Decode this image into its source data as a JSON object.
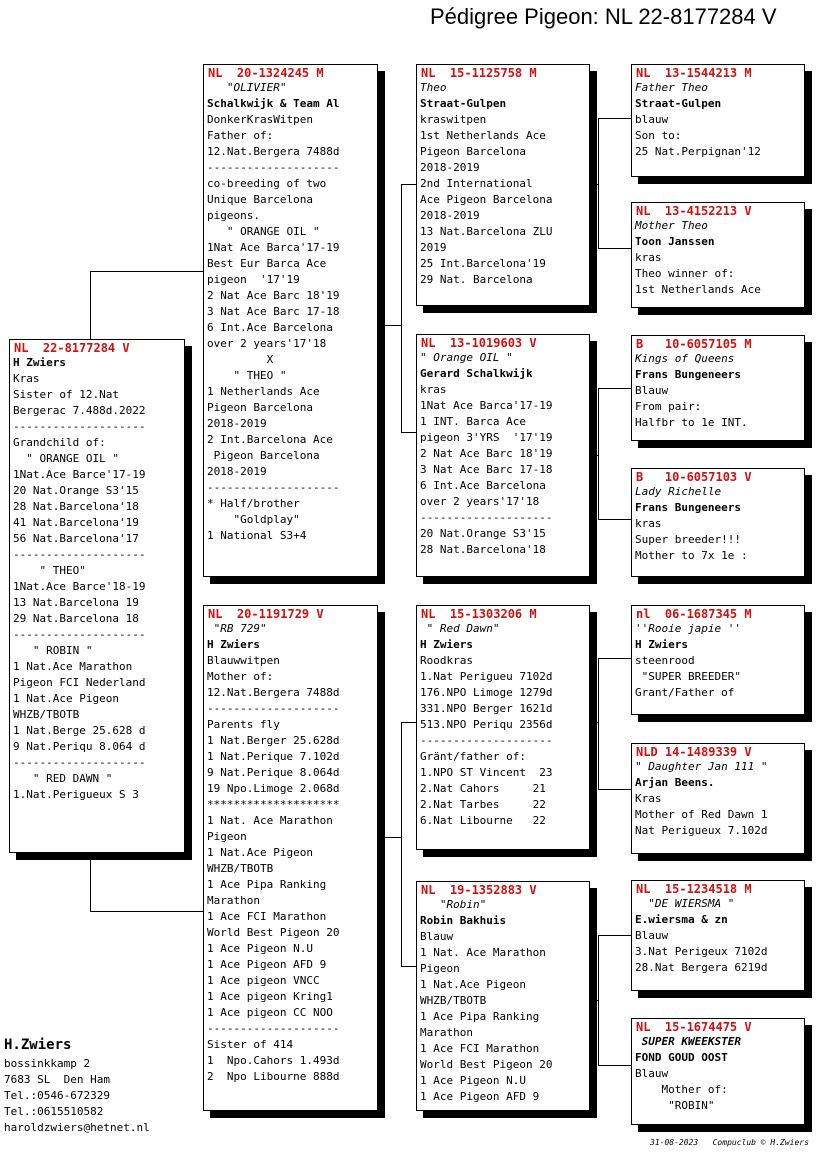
{
  "title": "Pédigree Pigeon: NL  22-8177284 V",
  "cards": {
    "subject": {
      "ring": "NL  22-8177284 V",
      "lines": [
        {
          "t": "",
          "s": ""
        },
        {
          "t": "H Zwiers",
          "s": "b"
        },
        {
          "t": "Kras",
          "s": ""
        },
        {
          "t": "Sister of 12.Nat",
          "s": ""
        },
        {
          "t": "Bergerac 7.488d.2022",
          "s": ""
        },
        {
          "t": "--------------------",
          "s": ""
        },
        {
          "t": "Grandchild of:",
          "s": ""
        },
        {
          "t": "  \" ORANGE OIL \"",
          "s": ""
        },
        {
          "t": "1Nat.Ace Barce'17-19",
          "s": ""
        },
        {
          "t": "20 Nat.Orange S3'15",
          "s": ""
        },
        {
          "t": "28 Nat.Barcelona'18",
          "s": ""
        },
        {
          "t": "41 Nat.Barcelona'19",
          "s": ""
        },
        {
          "t": "56 Nat.Barcelona'17",
          "s": ""
        },
        {
          "t": "--------------------",
          "s": ""
        },
        {
          "t": "    \" THEO\"",
          "s": ""
        },
        {
          "t": "1Nat.Ace Barce'18-19",
          "s": ""
        },
        {
          "t": "13 Nat.Barcelona 19",
          "s": ""
        },
        {
          "t": "29 Nat.Barcelona 18",
          "s": ""
        },
        {
          "t": "--------------------",
          "s": ""
        },
        {
          "t": "   \" ROBIN \"",
          "s": ""
        },
        {
          "t": "1 Nat.Ace Marathon",
          "s": ""
        },
        {
          "t": "Pigeon FCI Nederland",
          "s": ""
        },
        {
          "t": "1 Nat.Ace Pigeon",
          "s": ""
        },
        {
          "t": "WHZB/TBOTB",
          "s": ""
        },
        {
          "t": "1 Nat.Berge 25.628 d",
          "s": ""
        },
        {
          "t": "9 Nat.Periqu 8.064 d",
          "s": ""
        },
        {
          "t": "--------------------",
          "s": ""
        },
        {
          "t": "   \" RED DAWN \"",
          "s": ""
        },
        {
          "t": "1.Nat.Perigueux S 3",
          "s": ""
        }
      ]
    },
    "father": {
      "ring": "NL  20-1324245 M",
      "lines": [
        {
          "t": "   \"OLIVIER\"",
          "s": "it"
        },
        {
          "t": "Schalkwijk & Team Al",
          "s": "b"
        },
        {
          "t": "DonkerKrasWitpen",
          "s": ""
        },
        {
          "t": "Father of:",
          "s": ""
        },
        {
          "t": "12.Nat.Bergera 7488d",
          "s": ""
        },
        {
          "t": "--------------------",
          "s": ""
        },
        {
          "t": "co-breeding of two",
          "s": ""
        },
        {
          "t": "Unique Barcelona",
          "s": ""
        },
        {
          "t": "pigeons.",
          "s": ""
        },
        {
          "t": "   \" ORANGE OIL \"",
          "s": ""
        },
        {
          "t": "1Nat Ace Barca'17-19",
          "s": ""
        },
        {
          "t": "Best Eur Barca Ace",
          "s": ""
        },
        {
          "t": "pigeon  '17'19",
          "s": ""
        },
        {
          "t": "2 Nat Ace Barc 18'19",
          "s": ""
        },
        {
          "t": "3 Nat Ace Barc 17-18",
          "s": ""
        },
        {
          "t": "6 Int.Ace Barcelona",
          "s": ""
        },
        {
          "t": "over 2 years'17'18",
          "s": ""
        },
        {
          "t": "         X",
          "s": ""
        },
        {
          "t": "    \" THEO \"",
          "s": ""
        },
        {
          "t": "1 Netherlands Ace",
          "s": ""
        },
        {
          "t": "Pigeon Barcelona",
          "s": ""
        },
        {
          "t": "2018-2019",
          "s": ""
        },
        {
          "t": "2 Int.Barcelona Ace",
          "s": ""
        },
        {
          "t": " Pigeon Barcelona",
          "s": ""
        },
        {
          "t": "2018-2019",
          "s": ""
        },
        {
          "t": "--------------------",
          "s": ""
        },
        {
          "t": "* Half/brother",
          "s": ""
        },
        {
          "t": "    \"Goldplay\"",
          "s": ""
        },
        {
          "t": "1 National S3+4",
          "s": ""
        }
      ]
    },
    "mother": {
      "ring": "NL  20-1191729 V",
      "lines": [
        {
          "t": " \"RB 729\"",
          "s": "it"
        },
        {
          "t": "H Zwiers",
          "s": "b"
        },
        {
          "t": "Blauwwitpen",
          "s": ""
        },
        {
          "t": "Mother of:",
          "s": ""
        },
        {
          "t": "12.Nat.Bergera 7488d",
          "s": ""
        },
        {
          "t": "--------------------",
          "s": ""
        },
        {
          "t": "Parents fly",
          "s": ""
        },
        {
          "t": "1 Nat.Berger 25.628d",
          "s": ""
        },
        {
          "t": "1 Nat.Perique 7.102d",
          "s": ""
        },
        {
          "t": "9 Nat.Perique 8.064d",
          "s": ""
        },
        {
          "t": "19 Npo.Limoge 2.068d",
          "s": ""
        },
        {
          "t": "********************",
          "s": ""
        },
        {
          "t": "1 Nat. Ace Marathon",
          "s": ""
        },
        {
          "t": "Pigeon",
          "s": ""
        },
        {
          "t": "1 Nat.Ace Pigeon",
          "s": ""
        },
        {
          "t": "WHZB/TBOTB",
          "s": ""
        },
        {
          "t": "1 Ace Pipa Ranking",
          "s": ""
        },
        {
          "t": "Marathon",
          "s": ""
        },
        {
          "t": "1 Ace FCI Marathon",
          "s": ""
        },
        {
          "t": "World Best Pigeon 20",
          "s": ""
        },
        {
          "t": "1 Ace Pigeon N.U",
          "s": ""
        },
        {
          "t": "1 Ace Pigeon AFD 9",
          "s": ""
        },
        {
          "t": "1 Ace pigeon VNCC",
          "s": ""
        },
        {
          "t": "1 Ace pigeon Kring1",
          "s": ""
        },
        {
          "t": "1 Ace pigeon CC NOO",
          "s": ""
        },
        {
          "t": "--------------------",
          "s": ""
        },
        {
          "t": "Sister of 414",
          "s": ""
        },
        {
          "t": "1  Npo.Cahors 1.493d",
          "s": ""
        },
        {
          "t": "2  Npo Libourne 888d",
          "s": ""
        }
      ]
    },
    "ff": {
      "ring": "NL  15-1125758 M",
      "lines": [
        {
          "t": "Theo",
          "s": "it"
        },
        {
          "t": "Straat-Gulpen",
          "s": "b"
        },
        {
          "t": "kraswitpen",
          "s": ""
        },
        {
          "t": "1st Netherlands Ace",
          "s": ""
        },
        {
          "t": "Pigeon Barcelona",
          "s": ""
        },
        {
          "t": "2018-2019",
          "s": ""
        },
        {
          "t": "2nd International",
          "s": ""
        },
        {
          "t": "Ace Pigeon Barcelona",
          "s": ""
        },
        {
          "t": "2018-2019",
          "s": ""
        },
        {
          "t": "13 Nat.Barcelona ZLU",
          "s": ""
        },
        {
          "t": "2019",
          "s": ""
        },
        {
          "t": "25 Int.Barcelona'19",
          "s": ""
        },
        {
          "t": "29 Nat. Barcelona",
          "s": ""
        }
      ]
    },
    "fm": {
      "ring": "NL  13-1019603 V",
      "lines": [
        {
          "t": "\" Orange OIL \"",
          "s": "it"
        },
        {
          "t": "Gerard Schalkwijk",
          "s": "b"
        },
        {
          "t": "kras",
          "s": ""
        },
        {
          "t": "1Nat Ace Barca'17-19",
          "s": ""
        },
        {
          "t": "1 INT. Barca Ace",
          "s": ""
        },
        {
          "t": "pigeon 3'YRS  '17'19",
          "s": ""
        },
        {
          "t": "2 Nat Ace Barc 18'19",
          "s": ""
        },
        {
          "t": "3 Nat Ace Barc 17-18",
          "s": ""
        },
        {
          "t": "6 Int.Ace Barcelona",
          "s": ""
        },
        {
          "t": "over 2 years'17'18",
          "s": ""
        },
        {
          "t": "--------------------",
          "s": ""
        },
        {
          "t": "20 Nat.Orange S3'15",
          "s": ""
        },
        {
          "t": "28 Nat.Barcelona'18",
          "s": ""
        }
      ]
    },
    "mf": {
      "ring": "NL  15-1303206 M",
      "lines": [
        {
          "t": " \" Red Dawn\"",
          "s": "it"
        },
        {
          "t": "H Zwiers",
          "s": "b"
        },
        {
          "t": "Roodkras",
          "s": ""
        },
        {
          "t": "1.Nat Perigueu 7102d",
          "s": ""
        },
        {
          "t": "176.NPO Limoge 1279d",
          "s": ""
        },
        {
          "t": "331.NPO Berger 1621d",
          "s": ""
        },
        {
          "t": "513.NPO Periqu 2356d",
          "s": ""
        },
        {
          "t": "--------------------",
          "s": ""
        },
        {
          "t": "Gränt/father of:",
          "s": ""
        },
        {
          "t": "1.NPO ST Vincent  23",
          "s": ""
        },
        {
          "t": "2.Nat Cahors     21",
          "s": ""
        },
        {
          "t": "2.Nat Tarbes     22",
          "s": ""
        },
        {
          "t": "6.Nat Libourne   22",
          "s": ""
        }
      ]
    },
    "mm": {
      "ring": "NL  19-1352883 V",
      "lines": [
        {
          "t": "   \"Robin\"",
          "s": "it"
        },
        {
          "t": "Robin Bakhuis",
          "s": "b"
        },
        {
          "t": "Blauw",
          "s": ""
        },
        {
          "t": "1 Nat. Ace Marathon",
          "s": ""
        },
        {
          "t": "Pigeon",
          "s": ""
        },
        {
          "t": "1 Nat.Ace Pigeon",
          "s": ""
        },
        {
          "t": "WHZB/TBOTB",
          "s": ""
        },
        {
          "t": "1 Ace Pipa Ranking",
          "s": ""
        },
        {
          "t": "Marathon",
          "s": ""
        },
        {
          "t": "1 Ace FCI Marathon",
          "s": ""
        },
        {
          "t": "World Best Pigeon 20",
          "s": ""
        },
        {
          "t": "1 Ace Pigeon N.U",
          "s": ""
        },
        {
          "t": "1 Ace Pigeon AFD 9",
          "s": ""
        }
      ]
    },
    "fff": {
      "ring": "NL  13-1544213 M",
      "lines": [
        {
          "t": "Father Theo",
          "s": "it"
        },
        {
          "t": "Straat-Gulpen",
          "s": "b"
        },
        {
          "t": "blauw",
          "s": ""
        },
        {
          "t": "Son to:",
          "s": ""
        },
        {
          "t": "25 Nat.Perpignan'12",
          "s": ""
        }
      ]
    },
    "ffm": {
      "ring": "NL  13-4152213 V",
      "lines": [
        {
          "t": "Mother Theo",
          "s": "it"
        },
        {
          "t": "Toon Janssen",
          "s": "b"
        },
        {
          "t": "kras",
          "s": ""
        },
        {
          "t": "Theo winner of:",
          "s": ""
        },
        {
          "t": "1st Netherlands Ace",
          "s": ""
        }
      ]
    },
    "fmf": {
      "ring": "B   10-6057105 M",
      "lines": [
        {
          "t": "Kings of Queens",
          "s": "it"
        },
        {
          "t": "Frans Bungeneers",
          "s": "b"
        },
        {
          "t": "Blauw",
          "s": ""
        },
        {
          "t": "From pair:",
          "s": ""
        },
        {
          "t": "Halfbr to 1e INT.",
          "s": ""
        }
      ]
    },
    "fmm": {
      "ring": "B   10-6057103 V",
      "lines": [
        {
          "t": "Lady Richelle",
          "s": "it"
        },
        {
          "t": "Frans Bungeneers",
          "s": "b"
        },
        {
          "t": "kras",
          "s": ""
        },
        {
          "t": "Super breeder!!!",
          "s": ""
        },
        {
          "t": "Mother to 7x 1e :",
          "s": ""
        }
      ]
    },
    "mff": {
      "ring": "nl  06-1687345 M",
      "lines": [
        {
          "t": "''Rooie japie ''",
          "s": "it"
        },
        {
          "t": "H Zwiers",
          "s": "b"
        },
        {
          "t": "steenrood",
          "s": ""
        },
        {
          "t": " \"SUPER BREEDER\"",
          "s": ""
        },
        {
          "t": "Grant/Father of",
          "s": ""
        }
      ]
    },
    "mfm": {
      "ring": "NLD 14-1489339 V",
      "lines": [
        {
          "t": "\" Daughter Jan 111 \"",
          "s": "it"
        },
        {
          "t": "Arjan Beens.",
          "s": "b"
        },
        {
          "t": "Kras",
          "s": ""
        },
        {
          "t": "Mother of Red Dawn 1",
          "s": ""
        },
        {
          "t": "Nat Perigueux 7.102d",
          "s": ""
        }
      ]
    },
    "mmf": {
      "ring": "NL  15-1234518 M",
      "lines": [
        {
          "t": "  \"DE WIERSMA \"",
          "s": "it"
        },
        {
          "t": "E.wiersma & zn",
          "s": "b"
        },
        {
          "t": "Blauw",
          "s": ""
        },
        {
          "t": "3.Nat Perigeux 7102d",
          "s": ""
        },
        {
          "t": "28.Nat Bergera 6219d",
          "s": ""
        }
      ]
    },
    "mmm": {
      "ring": "NL  15-1674475 V",
      "lines": [
        {
          "t": " SUPER KWEEKSTER",
          "s": "it b"
        },
        {
          "t": "FOND GOUD OOST",
          "s": "b"
        },
        {
          "t": "Blauw",
          "s": ""
        },
        {
          "t": "    Mother of:",
          "s": ""
        },
        {
          "t": "     \"ROBIN\"",
          "s": ""
        }
      ]
    }
  },
  "owner": {
    "name": "H.Zwiers",
    "lines": [
      "bossinkkamp 2",
      "7683 SL  Den Ham",
      "Tel.:0546-672329",
      "Tel.:0615510582",
      "haroldzwiers@hetnet.nl"
    ]
  },
  "footer": "31-08-2023   Compuclub © H.Zwiers"
}
